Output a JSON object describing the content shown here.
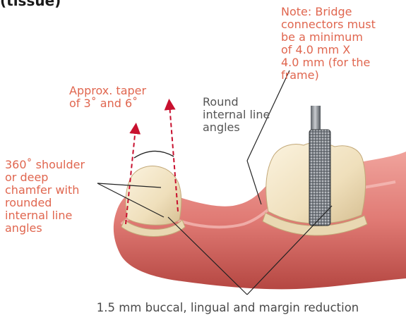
{
  "title_fragment": "(tissue)",
  "labels": {
    "note": "Note: Bridge\nconnectors must\nbe a minimum\nof 4.0 mm X\n4.0 mm (for the\nframe)",
    "taper": "Approx. taper\nof 3˚ and 6˚",
    "round_internal": "Round\ninternal line\nangles",
    "shoulder": "360˚ shoulder\nor deep\nchamfer with\nrounded\ninternal line\nangles",
    "reduction": "1.5 mm buccal, lingual and margin reduction"
  },
  "colors": {
    "annotation_red": "#e0664f",
    "annotation_gray": "#555555",
    "gum": "#e07a74",
    "gum_dark": "#b54742",
    "tooth": "#f1e3c2",
    "tooth_shade": "#d9c49a",
    "bur_metal": "#8a8f96"
  },
  "icons": {
    "bur": "diamond-bur-icon",
    "arrow": "dashed-arrow-icon"
  }
}
